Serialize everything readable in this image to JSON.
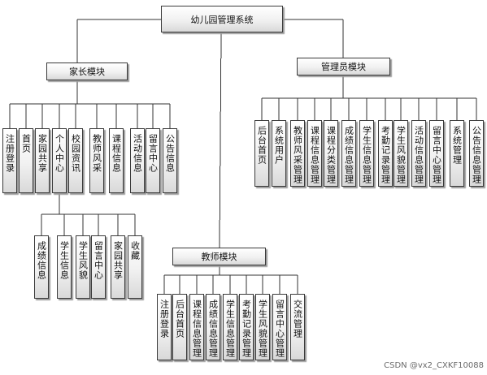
{
  "root": "幼儿园管理系统",
  "parent_module": {
    "title": "家长模块",
    "items": [
      "注册登录",
      "首页",
      "家园共享",
      "个人中心",
      "校园资讯",
      "教师风采",
      "课程信息",
      "活动信息",
      "留言中心",
      "公告信息"
    ],
    "personal_center_items": [
      "成绩信息",
      "学生信息",
      "学生风貌",
      "留言中心",
      "家园共享",
      "收藏"
    ]
  },
  "admin_module": {
    "title": "管理员模块",
    "items": [
      "后台首页",
      "系统用户",
      "教师风采管理",
      "课程信息管理",
      "课程分类管理",
      "成绩信息管理",
      "学生信息管理",
      "考勤记录管理",
      "学生风貌管理",
      "活动信息管理",
      "留言中心管理",
      "系统管理",
      "公告信息管理"
    ]
  },
  "teacher_module": {
    "title": "教师模块",
    "items": [
      "注册登录",
      "后台首页",
      "课程信息管理",
      "成绩信息管理",
      "学生信息管理",
      "考勤记录管理",
      "学生风貌管理",
      "留言中心管理",
      "交流管理"
    ]
  },
  "watermark": "CSDN @vx2_CXKF10088"
}
